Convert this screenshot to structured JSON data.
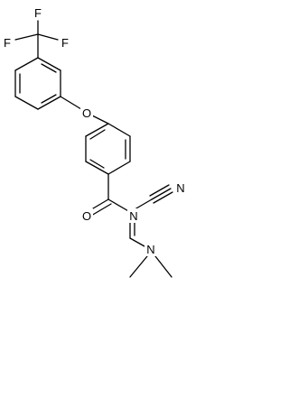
{
  "structure": {
    "atom_labels": {
      "f_top": "F",
      "f_left": "F",
      "f_right": "F",
      "ether_oxygen": "O",
      "pyridine_nitrogen": "N",
      "ketone_oxygen": "O",
      "nitrile_nitrogen": "N",
      "amine_nitrogen": "N"
    }
  },
  "colors": {
    "bond": "#000000",
    "label": "#000000",
    "background": "#ffffff"
  }
}
